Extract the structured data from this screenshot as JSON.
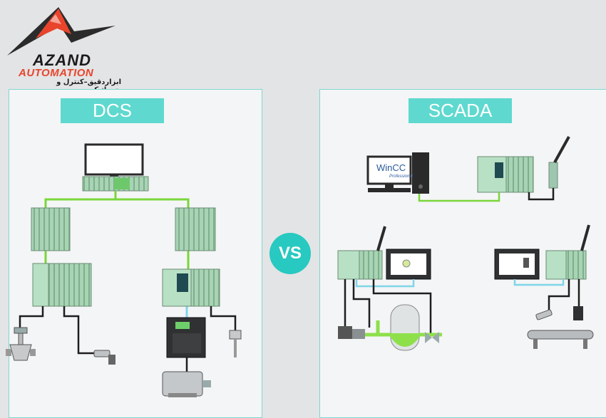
{
  "logo": {
    "name": "AZAND",
    "sub": "AUTOMATION",
    "tagline": "ابزاردقیق–کنترل و پنوماتیک",
    "colors": {
      "red": "#e8452c",
      "dark": "#2b2b2b"
    }
  },
  "left_panel": {
    "title": "DCS"
  },
  "right_panel": {
    "title": "SCADA"
  },
  "vs_badge": "VS",
  "screen": {
    "software": "WinCC",
    "edition": "Professional"
  },
  "colors": {
    "accent": "#5fd9cf",
    "bus_green": "#7ad63a",
    "bus_blue": "#7fd6e8",
    "module": "#a8d4b4"
  }
}
